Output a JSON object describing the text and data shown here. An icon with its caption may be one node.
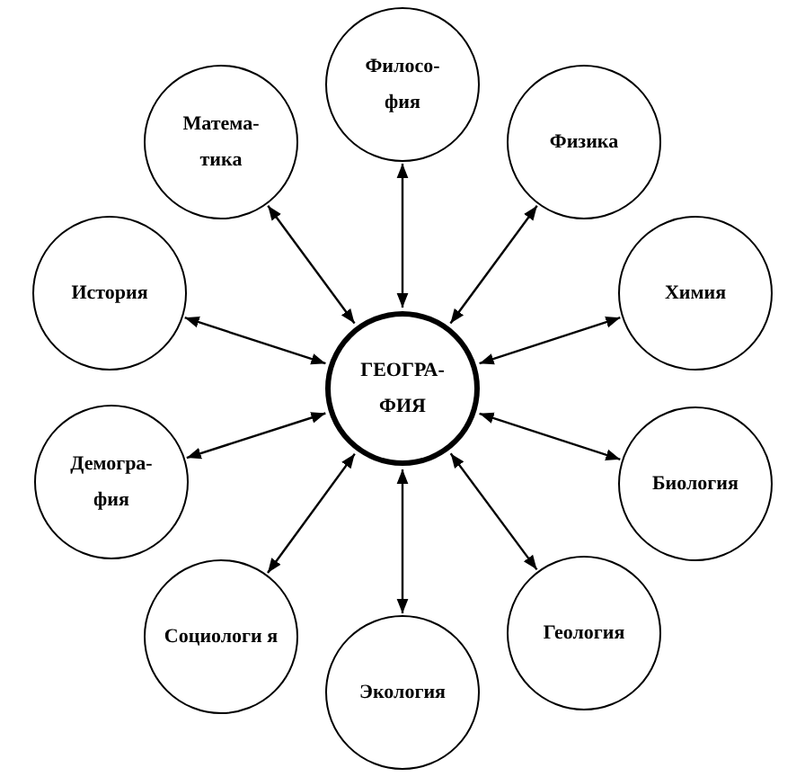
{
  "diagram": {
    "nodes": [
      {
        "text": [
          "Филосо- фия"
        ]
      },
      {
        "text": [
          "Матема- тика"
        ]
      },
      {
        "text": [
          "Физика"
        ]
      },
      {
        "text": [
          "История"
        ]
      },
      {
        "text": [
          "Химия"
        ]
      },
      {
        "text": [
          "ГЕОГРА- ФИЯ"
        ]
      },
      {
        "text": [
          "Демогра- фия"
        ]
      },
      {
        "text": [
          "Биология"
        ]
      },
      {
        "text": [
          "Социологи я"
        ]
      },
      {
        "text": [
          "Геология"
        ]
      },
      {
        "text": [
          "Экология"
        ]
      }
    ],
    "edges": [
      {
        "from": 5,
        "to": 0,
        "arrow": "both"
      },
      {
        "from": 5,
        "to": 1,
        "arrow": "both"
      },
      {
        "from": 5,
        "to": 2,
        "arrow": "both"
      },
      {
        "from": 5,
        "to": 3,
        "arrow": "both"
      },
      {
        "from": 5,
        "to": 4,
        "arrow": "both"
      },
      {
        "from": 5,
        "to": 6,
        "arrow": "both"
      },
      {
        "from": 5,
        "to": 7,
        "arrow": "both"
      },
      {
        "from": 5,
        "to": 8,
        "arrow": "both"
      },
      {
        "from": 5,
        "to": 9,
        "arrow": "both"
      },
      {
        "from": 5,
        "to": 10,
        "arrow": "both"
      }
    ]
  }
}
